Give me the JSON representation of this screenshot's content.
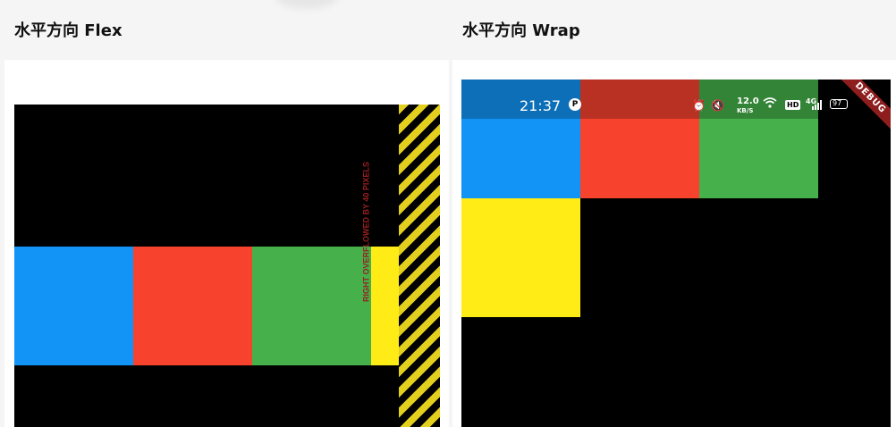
{
  "panels": [
    {
      "title": "水平方向 Flex",
      "overflow_message": "RIGHT OVERFLOWED BY 40 PIXELS"
    },
    {
      "title": "水平方向 Wrap",
      "status_bar": {
        "time": "21:37",
        "network_speed": "12.0",
        "network_unit": "KB/S",
        "hd_badge": "HD",
        "signal_label": "4G",
        "battery": "97"
      },
      "debug_banner": "DEBUG"
    }
  ],
  "colors": {
    "blue": "#1294f6",
    "red": "#f7422e",
    "green": "#46b04b",
    "yellow": "#ffec17",
    "black": "#000000",
    "header_bg": "#f5f5f5"
  },
  "icons": [
    "alarm-icon",
    "mute-icon",
    "wifi-icon",
    "signal-icon",
    "battery-icon",
    "notification-icon"
  ]
}
